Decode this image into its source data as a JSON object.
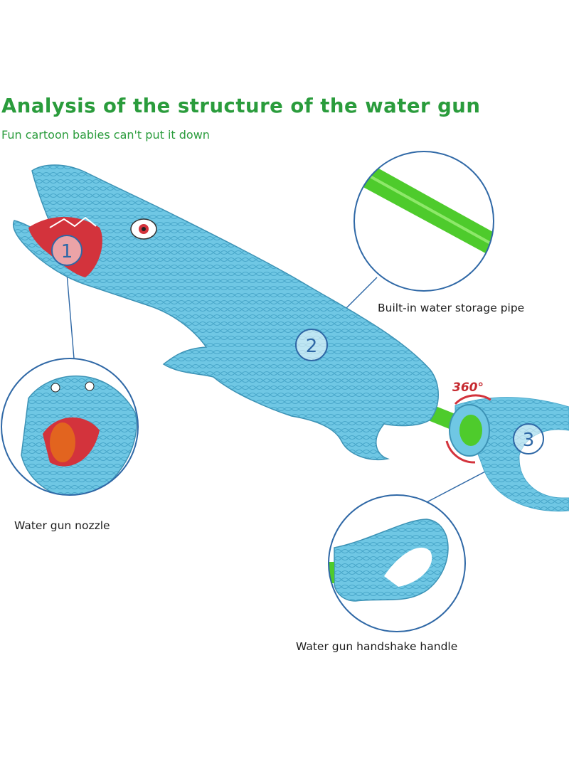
{
  "header": {
    "title": "Analysis of the structure of the water gun",
    "subtitle": "Fun cartoon babies can't put it down"
  },
  "callouts": [
    {
      "number": "1",
      "label": "Water gun nozzle"
    },
    {
      "number": "2",
      "label": "Built-in water storage pipe"
    },
    {
      "number": "3",
      "label": "Water gun handshake handle"
    }
  ],
  "rotation_label": "360°",
  "colors": {
    "title_green": "#2a9c3c",
    "body_blue": "#6fc7e4",
    "body_shade": "#49a9cc",
    "pipe_green": "#4ecb2c",
    "nozzle_orange": "#e2641f",
    "mouth_red": "#d3333c",
    "callout_line": "#2f68a6"
  }
}
